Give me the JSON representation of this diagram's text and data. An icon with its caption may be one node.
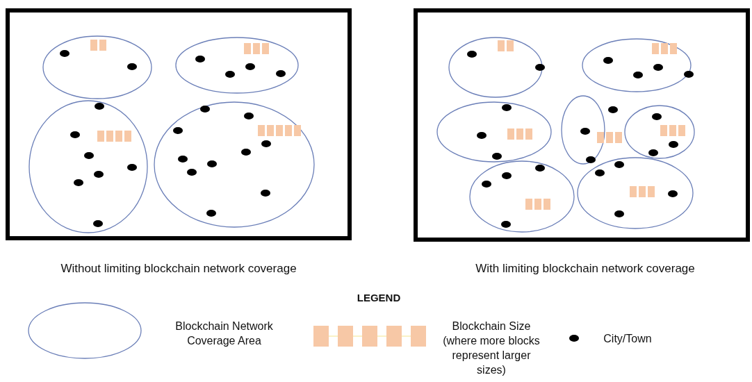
{
  "diagram": {
    "labels": [
      "Without limiting blockchain network coverage",
      "With limiting blockchain network coverage",
      "LEGEND"
    ],
    "legend": [
      {
        "text": "Blockchain Network Coverage Area"
      },
      {
        "text": "Blockchain Size (where more blocks represent larger sizes)"
      },
      {
        "text": "City/Town"
      }
    ]
  }
}
